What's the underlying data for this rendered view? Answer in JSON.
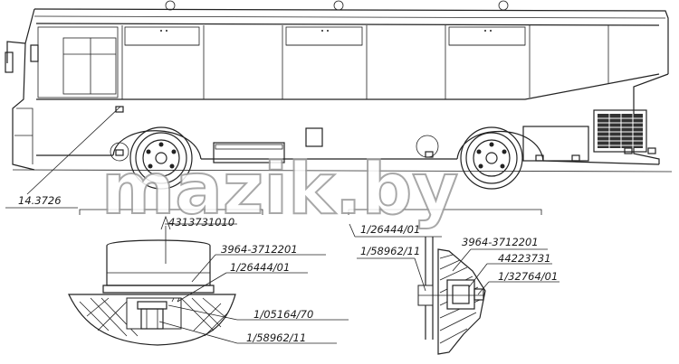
{
  "labels": {
    "left_light": "14.3726",
    "lamp_part": "4313731010",
    "left_bracket": "3964-3712201",
    "left_washer": "1/26444/01",
    "left_screw": "1/05164/70",
    "left_nut": "1/58962/11",
    "right_washer_top": "1/26444/01",
    "right_nut": "1/58962/11",
    "right_bracket": "3964-3712201",
    "right_gasket": "44223731",
    "right_bolt": "1/32764/01"
  },
  "watermark": "mazik.by"
}
